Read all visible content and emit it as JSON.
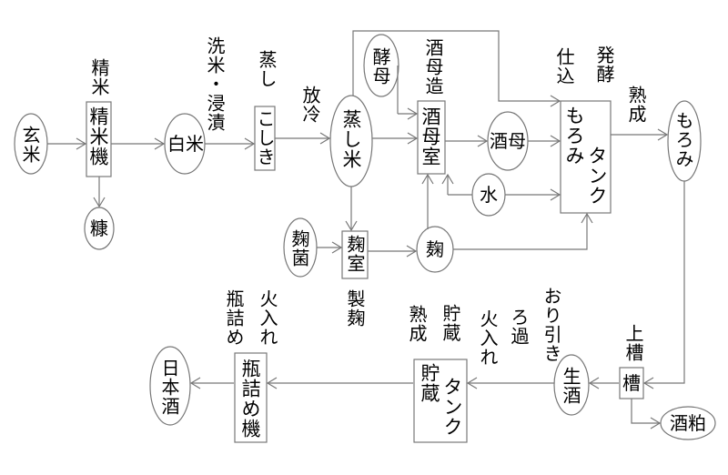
{
  "nodes": {
    "genmai": "玄米",
    "seimaiki": "精米機",
    "nuka": "糠",
    "hakumai": "白米",
    "koshiki": "こしき",
    "mushimai": "蒸し米",
    "koubo": "酵母",
    "shuboshitsu": "酒母室",
    "shubo": "酒母",
    "mizu": "水",
    "tank_moromi": "もろみ",
    "tank_label": "タンク",
    "moromi": "もろみ",
    "kouji_kin": "麹菌",
    "kouji_shitsu": "麹室",
    "kouji": "麹",
    "fune": "槽",
    "sakekasu": "酒粕",
    "namazake": "生酒",
    "chozo_tank_a": "貯蔵",
    "chozo_tank_b": "タンク",
    "binzume_ki": "瓶詰め機",
    "nihonshu": "日本酒"
  },
  "labels": {
    "seimai": "精米",
    "senmai_shinseki": "洗米・浸漬",
    "mushi": "蒸し",
    "horei": "放冷",
    "shubo_zukuri": "酒母造",
    "shikomi": "仕込",
    "hakkou": "発酵",
    "jukusei": "熟成",
    "seigiku": "製麹",
    "joso": "上槽",
    "oribiki": "おり引き",
    "roka": "ろ過",
    "hiire_1": "火入れ",
    "chozo": "貯蔵",
    "jukusei_2": "熟成",
    "hiire_2": "火入れ",
    "binzume": "瓶詰め"
  }
}
